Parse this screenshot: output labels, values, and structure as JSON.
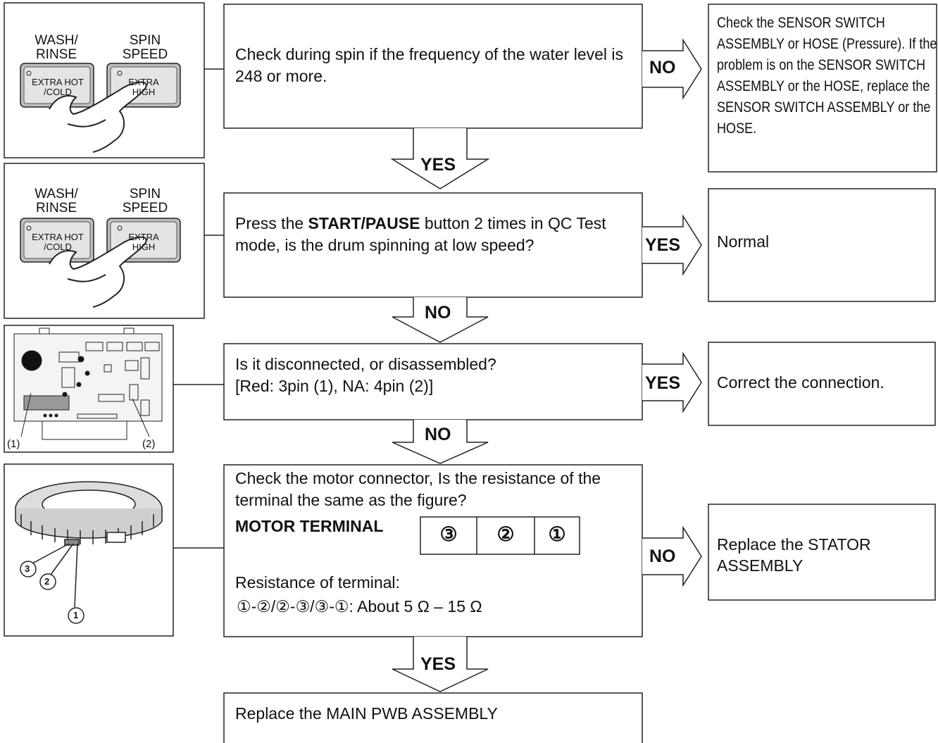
{
  "steps": [
    {
      "text": "Check during spin if the frequency of the water level is 248 or more."
    },
    {
      "pre": "Press the ",
      "bold": "START/PAUSE",
      "post": " button 2 times in QC Test mode, is the drum spinning at low speed?"
    },
    {
      "line1": "Is it disconnected, or disassembled?",
      "line2": "[Red: 3pin (1), NA: 4pin (2)]"
    },
    {
      "line1": "Check the motor connector, Is the resistance of the terminal the same as the figure?",
      "terminal_label": "MOTOR TERMINAL",
      "terminals": [
        "③",
        "②",
        "①"
      ],
      "res_label": "Resistance of terminal:",
      "res_value": "①-②/②-③/③-①: About 5 Ω – 15 Ω"
    },
    {
      "text": "Replace the MAIN PWB ASSEMBLY"
    }
  ],
  "results": [
    {
      "text": "Check the SENSOR SWITCH ASSEMBLY or HOSE (Pressure). If the problem is on the SENSOR SWITCH ASSEMBLY or the HOSE, replace the SENSOR SWITCH ASSEMBLY or the HOSE."
    },
    {
      "text": "Normal"
    },
    {
      "text": "Correct the connection."
    },
    {
      "text": "Replace the STATOR ASSEMBLY"
    }
  ],
  "branch_labels": {
    "right": [
      "NO",
      "YES",
      "YES",
      "NO"
    ],
    "down": [
      "YES",
      "NO",
      "NO",
      "YES"
    ]
  },
  "panel_images": {
    "control": {
      "wash_rinse": "WASH/\nRINSE",
      "spin_speed": "SPIN\nSPEED",
      "btn_left": "EXTRA HOT\n/COLD",
      "btn_right": "EXTRA\nHIGH"
    },
    "pcb": {
      "label_1": "(1)",
      "label_2": "(2)"
    },
    "stator": {
      "labels": [
        "3",
        "2",
        "1"
      ]
    }
  },
  "icons": [
    "hand-pointer-icon",
    "pcb-board-icon",
    "stator-motor-icon"
  ]
}
